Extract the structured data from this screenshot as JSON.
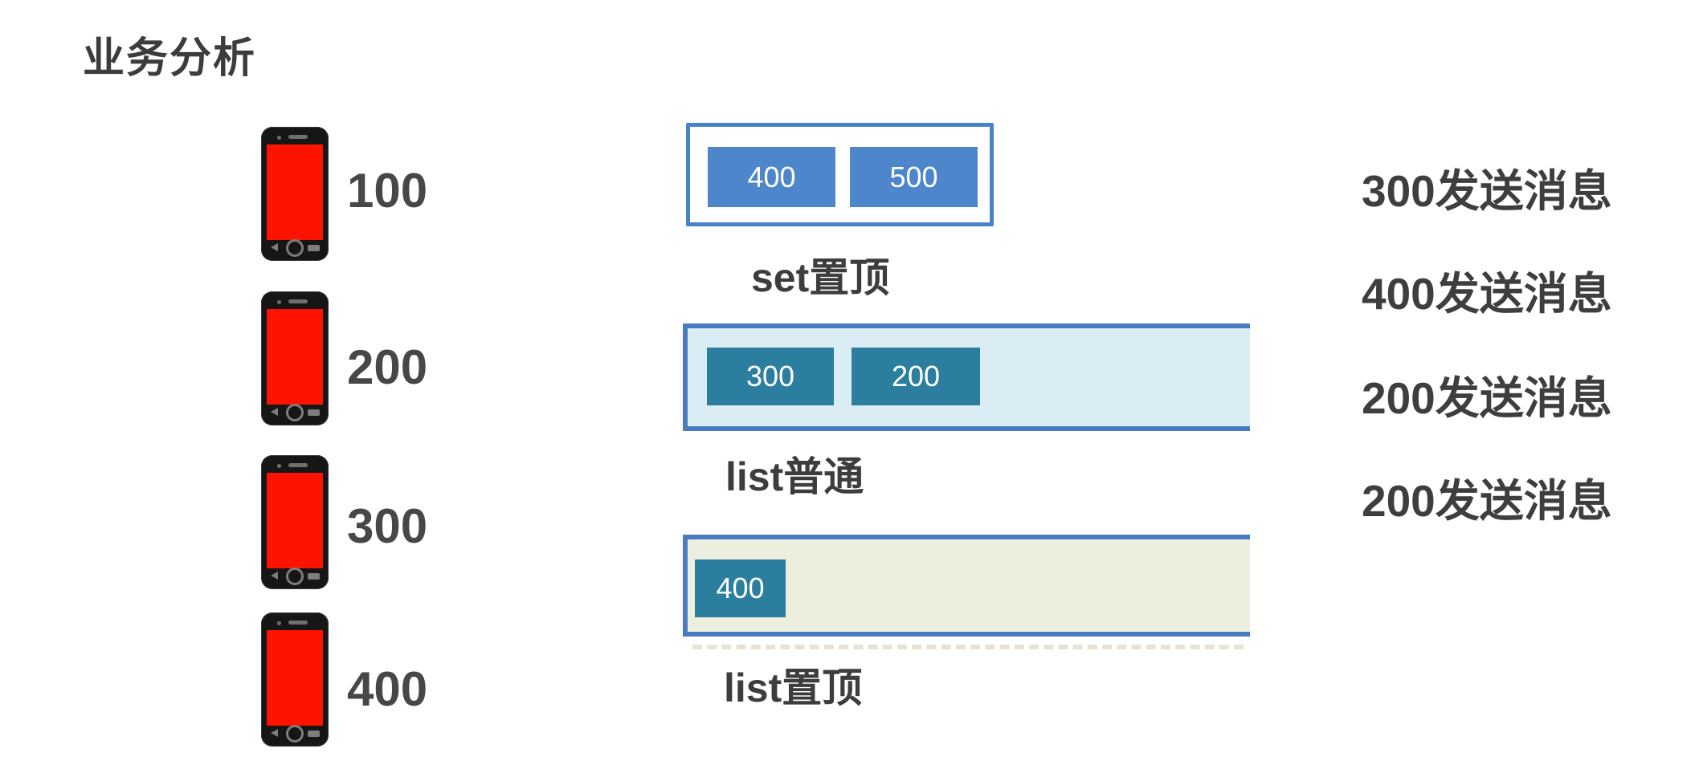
{
  "title": "业务分析",
  "phones": [
    {
      "label": "100"
    },
    {
      "label": "200"
    },
    {
      "label": "300"
    },
    {
      "label": "400"
    }
  ],
  "containers": [
    {
      "caption": "set置顶",
      "items": [
        "400",
        "500"
      ]
    },
    {
      "caption": "list普通",
      "items": [
        "300",
        "200"
      ]
    },
    {
      "caption": "list置顶",
      "items": [
        "400"
      ]
    }
  ],
  "messages": [
    {
      "text": "300发送消息"
    },
    {
      "text": "400发送消息"
    },
    {
      "text": "200发送消息"
    },
    {
      "text": "200发送消息"
    }
  ],
  "colors": {
    "set_item_fill": "#4e86cb",
    "list_item_fill": "#2b7e9e",
    "container_border": "#4a7cc2",
    "list_normal_background": "#daecf4",
    "list_top_background": "#ecefdd",
    "phone_screen_red": "#fe1200",
    "label_text": "#3d3d3d"
  }
}
